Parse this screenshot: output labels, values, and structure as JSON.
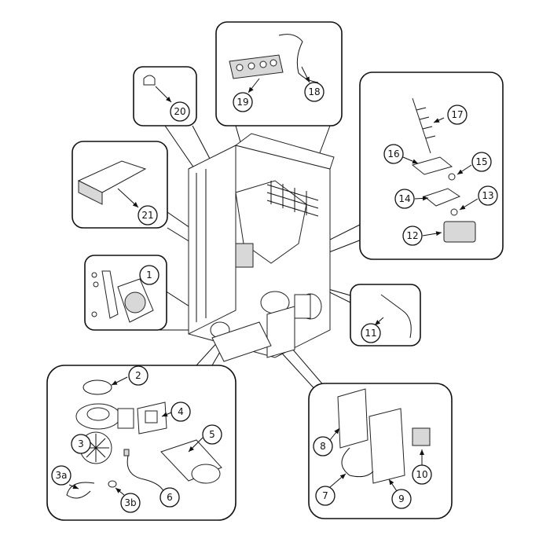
{
  "diagram": {
    "type": "exploded-parts-diagram",
    "callouts": [
      "1",
      "2",
      "3",
      "3a",
      "3b",
      "4",
      "5",
      "6",
      "7",
      "8",
      "9",
      "10",
      "11",
      "12",
      "13",
      "14",
      "15",
      "16",
      "17",
      "18",
      "19",
      "20",
      "21"
    ]
  }
}
